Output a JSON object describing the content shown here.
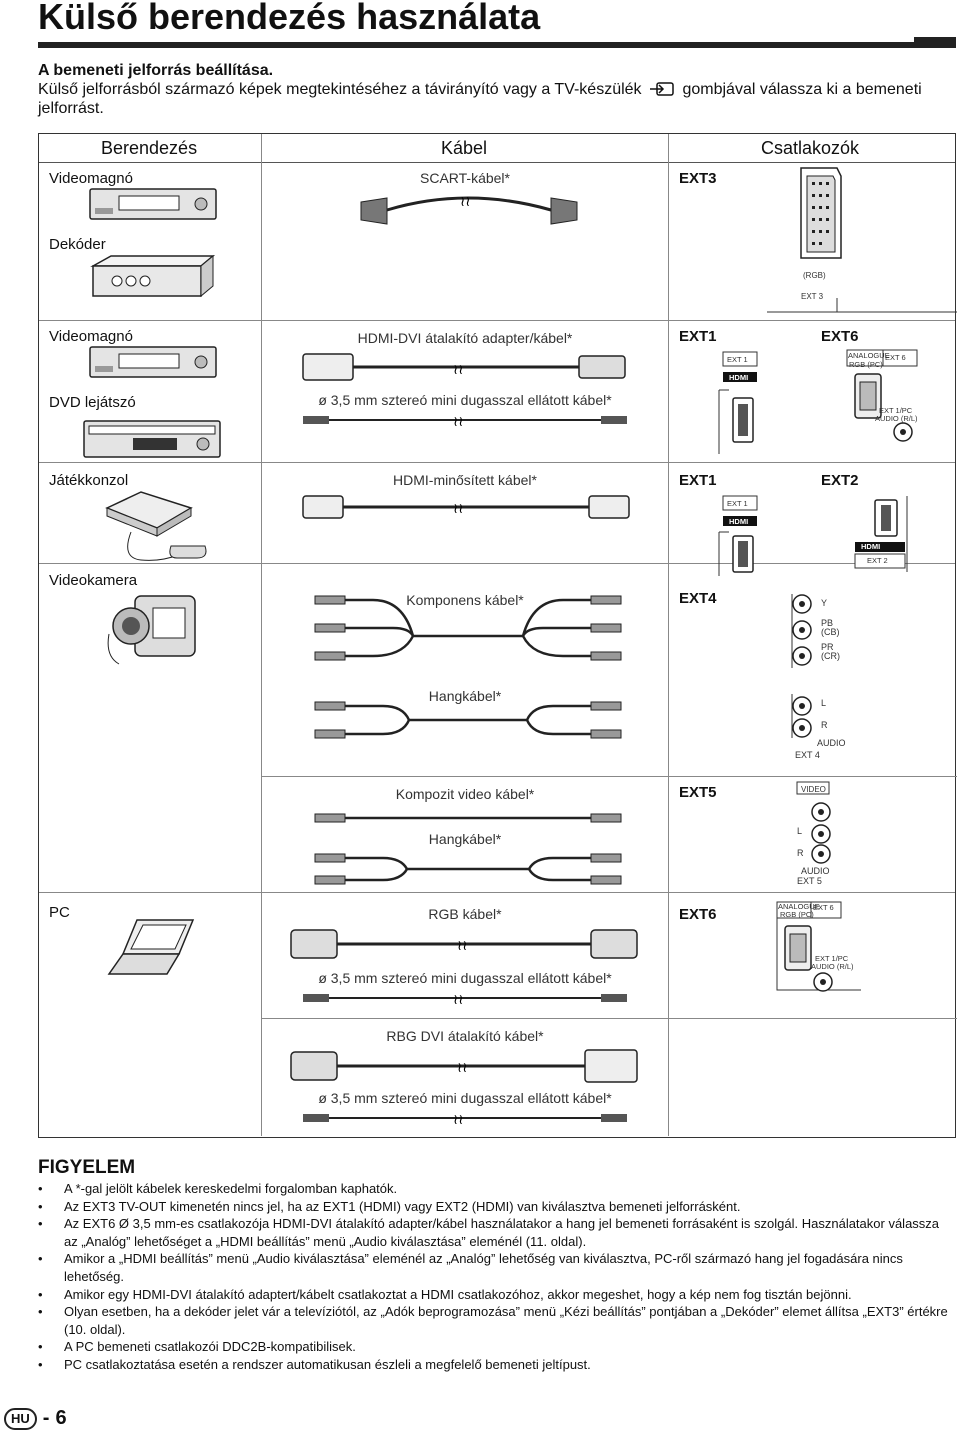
{
  "page": {
    "title": "Külső berendezés használata",
    "subheading": "A bemeneti jelforrás beállítása.",
    "intro_part1": "Külső jelforrásból származó képek megtekintéséhez a távirányító vagy a TV-készülék",
    "intro_part2": "gombjával válassza ki a bemeneti jelforrást.",
    "input_icon": "input-source-icon"
  },
  "diagram": {
    "headers": {
      "equipment": "Berendezés",
      "cable": "Kábel",
      "terminals": "Csatlakozók"
    },
    "devices": {
      "vcr1": "Videomagnó",
      "decoder": "Dekóder",
      "vcr2": "Videomagnó",
      "dvd": "DVD lejátszó",
      "console": "Játékkonzol",
      "camcorder": "Videokamera",
      "pc": "PC"
    },
    "cables": {
      "scart": "SCART-kábel*",
      "hdmi_dvi": "HDMI-DVI átalakító adapter/kábel*",
      "mini_jack": "ø 3,5 mm sztereó mini dugasszal ellátott kábel*",
      "hdmi_cert": "HDMI-minősített kábel*",
      "component": "Komponens kábel*",
      "audio1": "Hangkábel*",
      "composite": "Kompozit video kábel*",
      "audio2": "Hangkábel*",
      "rgb": "RGB kábel*",
      "mini_jack2": "ø 3,5 mm sztereó mini dugasszal ellátott kábel*",
      "rgb_dvi": "RBG DVI átalakító kábel*",
      "mini_jack3": "ø 3,5 mm sztereó mini dugasszal ellátott kábel*"
    },
    "terminals": {
      "ext3": "EXT3",
      "ext1_a": "EXT1",
      "ext6_a": "EXT6",
      "ext1_b": "EXT1",
      "ext2": "EXT2",
      "ext4": "EXT4",
      "ext5": "EXT5",
      "ext6_b": "EXT6"
    },
    "port_labels": {
      "rgb": "(RGB)",
      "ext3": "EXT 3",
      "ext1": "EXT 1",
      "analogue": "ANALOGUE",
      "rgb_pc": "RGB (PC)",
      "ext6": "EXT 6",
      "ext1pc": "EXT 1/PC",
      "audio_rl": "AUDIO (R/L)",
      "ext2": "EXT 2",
      "y": "Y",
      "pb": "PB",
      "cb": "(CB)",
      "pr": "PR",
      "cr": "(CR)",
      "l": "L",
      "r": "R",
      "audio": "AUDIO",
      "ext4": "EXT 4",
      "video": "VIDEO",
      "ext5": "EXT 5",
      "hdmi": "HDMI"
    }
  },
  "notes": {
    "title": "FIGYELEM",
    "items": [
      "A *-gal jelölt kábelek kereskedelmi forgalomban kaphatók.",
      "Az EXT3 TV-OUT kimenetén nincs jel, ha az EXT1 (HDMI) vagy EXT2 (HDMI) van kiválasztva bemeneti jelforrásként.",
      "Az EXT6 Ø 3,5 mm-es csatlakozója HDMI-DVI átalakító adapter/kábel használatakor a hang jel bemeneti forrásaként is szolgál. Használatakor válassza az „Analóg” lehetőséget a „HDMI beállítás” menü „Audio kiválasztása” eleménél (11. oldal).",
      "Amikor a „HDMI beállítás” menü „Audio kiválasztása” eleménél az „Analóg” lehetőség van kiválasztva, PC-ről származó hang jel fogadására nincs lehetőség.",
      "Amikor egy HDMI-DVI átalakító adaptert/kábelt csatlakoztat a HDMI csatlakozóhoz, akkor megeshet, hogy a kép nem fog tisztán bejönni.",
      "Olyan esetben, ha a dekóder jelet vár a televíziótól, az „Adók beprogramozása” menü „Kézi beállítás” pontjában a „Dekóder” elemet állítsa „EXT3” értékre (10. oldal).",
      "A PC bemeneti csatlakozói DDC2B-kompatibilisek.",
      "PC csatlakoztatása esetén a rendszer automatikusan észleli a megfelelő bemeneti jeltípust."
    ]
  },
  "footer": {
    "lang": "HU",
    "separator": "-",
    "page_number": "6"
  }
}
